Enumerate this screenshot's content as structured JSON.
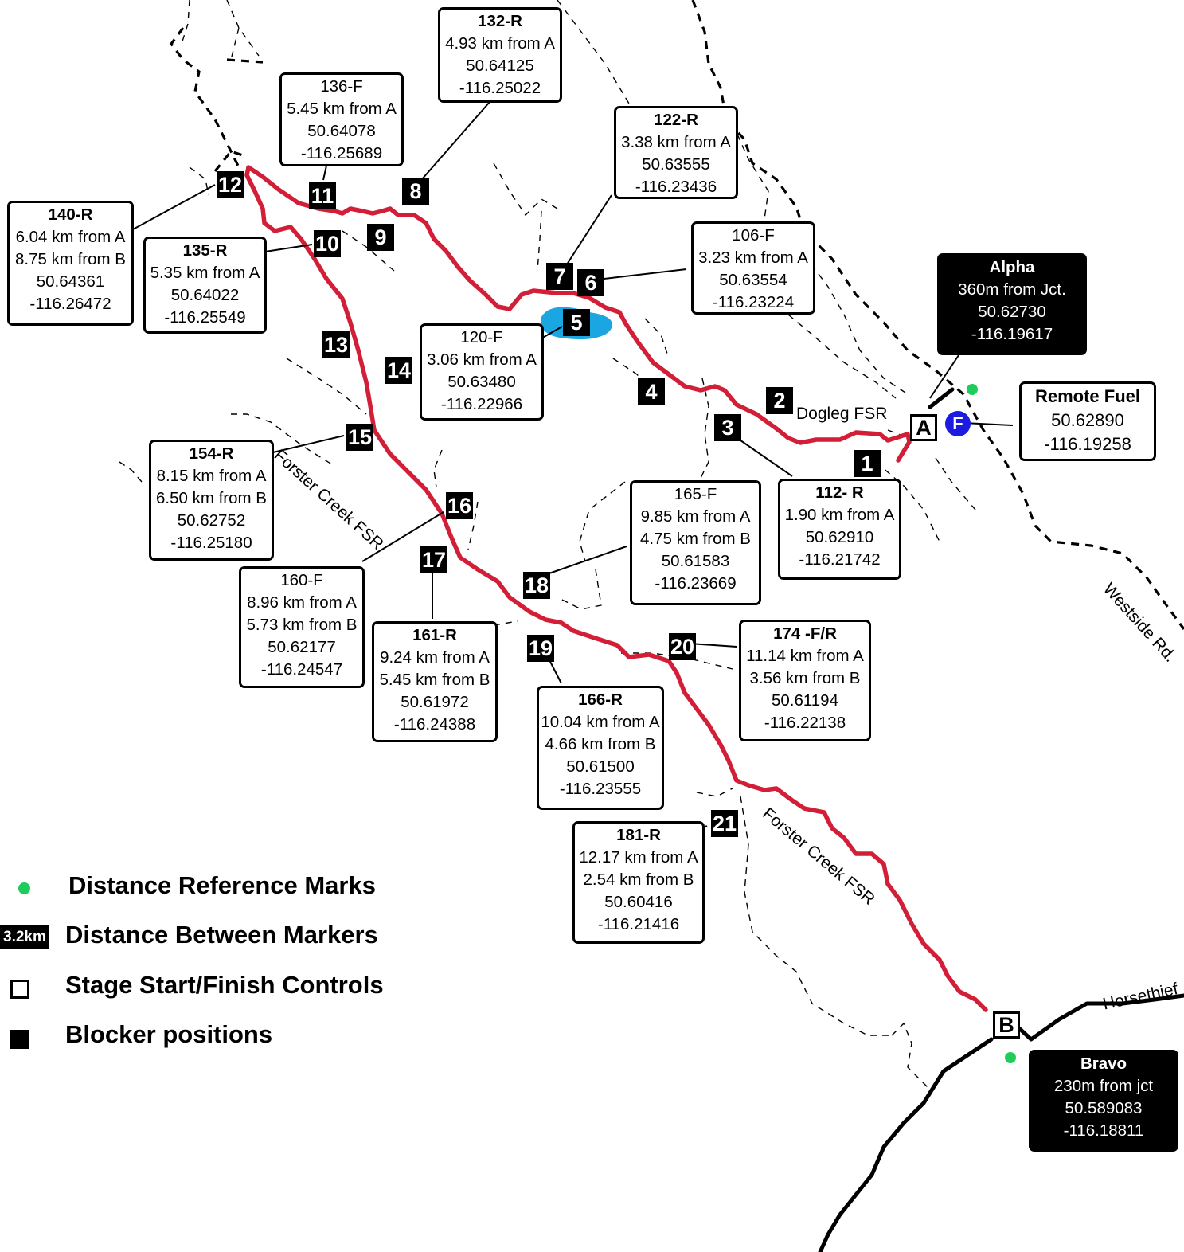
{
  "roads": {
    "dogleg": "Dogleg FSR",
    "forster_north": "Forster Creek FSR",
    "forster_south": "Forster Creek FSR",
    "westside": "Westside Rd.",
    "horsethief": "Horsethief"
  },
  "controls": {
    "a": "A",
    "b": "B",
    "fuel_symbol": "F"
  },
  "markers": [
    "1",
    "2",
    "3",
    "4",
    "5",
    "6",
    "7",
    "8",
    "9",
    "10",
    "11",
    "12",
    "13",
    "14",
    "15",
    "16",
    "17",
    "18",
    "19",
    "20",
    "21"
  ],
  "boxes": {
    "alpha": {
      "title": "Alpha",
      "lines": [
        "360m from Jct.",
        "50.62730",
        "-116.19617"
      ]
    },
    "fuel": {
      "title": "Remote Fuel",
      "lines": [
        "50.62890",
        "-116.19258"
      ]
    },
    "bravo": {
      "title": "Bravo",
      "lines": [
        "230m from jct",
        "50.589083",
        "-116.18811"
      ]
    },
    "b132": {
      "title": "132-R",
      "lines": [
        "4.93 km from A",
        "50.64125",
        "-116.25022"
      ]
    },
    "b136": {
      "title": "136-F",
      "lines": [
        "5.45 km from A",
        "50.64078",
        "-116.25689"
      ]
    },
    "b122": {
      "title": "122-R",
      "lines": [
        "3.38 km from A",
        "50.63555",
        "-116.23436"
      ]
    },
    "b140": {
      "title": "140-R",
      "lines": [
        "6.04 km from A",
        "8.75 km from B",
        "50.64361",
        "-116.26472"
      ]
    },
    "b135": {
      "title": "135-R",
      "lines": [
        "5.35 km from A",
        "50.64022",
        "-116.25549"
      ]
    },
    "b106": {
      "title": "106-F",
      "lines": [
        "3.23 km from A",
        "50.63554",
        "-116.23224"
      ]
    },
    "b120": {
      "title": "120-F",
      "lines": [
        "3.06 km from A",
        "50.63480",
        "-116.22966"
      ]
    },
    "b154": {
      "title": "154-R",
      "lines": [
        "8.15 km from A",
        "6.50 km from B",
        "50.62752",
        "-116.25180"
      ]
    },
    "b165": {
      "title": "165-F",
      "lines": [
        "9.85 km from A",
        "4.75 km from B",
        "50.61583",
        "-116.23669"
      ]
    },
    "b112": {
      "title": "112- R",
      "lines": [
        "1.90 km from A",
        "50.62910",
        "-116.21742"
      ]
    },
    "b160": {
      "title": "160-F",
      "lines": [
        "8.96 km from A",
        "5.73 km from B",
        "50.62177",
        "-116.24547"
      ]
    },
    "b161": {
      "title": "161-R",
      "lines": [
        "9.24 km from A",
        "5.45 km from B",
        "50.61972",
        "-116.24388"
      ]
    },
    "b174": {
      "title": "174 -F/R",
      "lines": [
        "11.14 km from A",
        "3.56 km from B",
        "50.61194",
        "-116.22138"
      ]
    },
    "b166": {
      "title": "166-R",
      "lines": [
        "10.04 km from A",
        "4.66 km from B",
        "50.61500",
        "-116.23555"
      ]
    },
    "b181": {
      "title": "181-R",
      "lines": [
        "12.17 km from A",
        "2.54 km from B",
        "50.60416",
        "-116.21416"
      ]
    }
  },
  "legend": {
    "ref_marks": "Distance Reference Marks",
    "dist_sample": "3.2km",
    "dist_between": "Distance Between Markers",
    "start_finish": "Stage Start/Finish Controls",
    "blockers": "Blocker positions"
  },
  "colors": {
    "stage_route": "#d21e36",
    "ref_mark": "#1fcc5a",
    "fuel": "#1c1ce0",
    "lake": "#1aa6e0"
  }
}
